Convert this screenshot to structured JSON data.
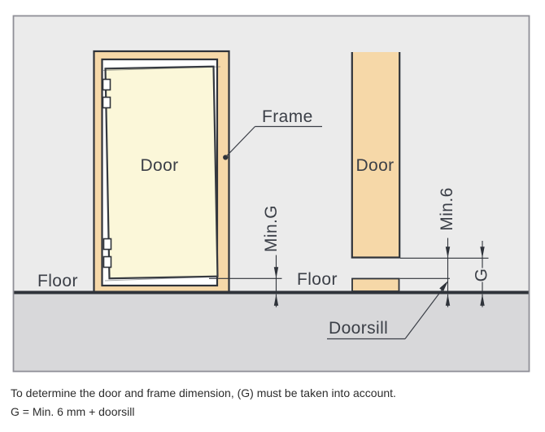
{
  "figure": {
    "front_view": {
      "door_label": "Door",
      "frame_label": "Frame",
      "floor_label": "Floor",
      "dimension_min_g_label": "Min.G"
    },
    "side_view": {
      "door_label": "Door",
      "floor_label": "Floor",
      "doorsill_label": "Doorsill",
      "dimension_min_6_label": "Min.6",
      "dimension_g_label": "G"
    },
    "colors": {
      "diagram_background": "#ebebeb",
      "floor_fill": "#d8d8da",
      "wood_fill": "#f6d8a8",
      "door_leaf_fill": "#fbf7d9",
      "line_color": "#2f333a",
      "label_text_color": "#3b3f47",
      "border_color": "#8f8f97"
    }
  },
  "caption": {
    "line1": "To determine the door and frame dimension, (G) must be taken into account.",
    "line2": "G = Min. 6 mm + doorsill"
  }
}
